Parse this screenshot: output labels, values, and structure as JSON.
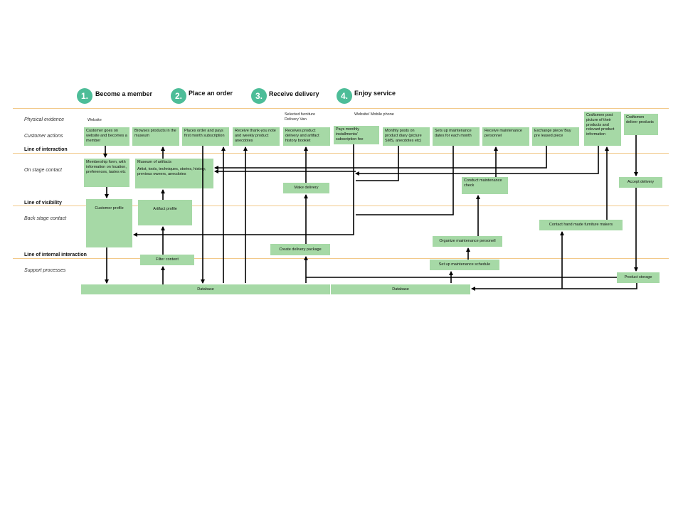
{
  "steps": [
    {
      "num": "1.",
      "label": "Become a member"
    },
    {
      "num": "2.",
      "label": "Place an order"
    },
    {
      "num": "3.",
      "label": "Receive delivery"
    },
    {
      "num": "4.",
      "label": "Enjoy service"
    }
  ],
  "row_labels": {
    "physical_evidence": "Physical evidence",
    "customer_actions": "Customer actions",
    "on_stage": "On stage contact",
    "back_stage": "Back stage contact",
    "support": "Support processes"
  },
  "line_labels": {
    "interaction": "Line of interaction",
    "visibility": "Line of visibility",
    "internal": "Line of internal interaction"
  },
  "physical_evidence": {
    "website": "Website",
    "van": "Selected furniture\nDelivery Van",
    "mobile": "Website/ Mobile phone"
  },
  "customer_actions": [
    "Customer goes on website and becomes a member",
    "Browses products in the museum",
    "Places order and pays first month subscription",
    "Receive thank-you note and weekly product anecdotes",
    "Receives product delivery and artifact history booklet",
    "Pays monthly installments/ subscription fee",
    "Monthly posts on product diary (picture SMS, anecdotes etc)",
    "Sets up maintenance dates for each month",
    "Receive maintenance personnel",
    "Exchange piece/ Buy pre leased piece",
    "Craftsmen post picture of their products and relevant product information",
    "Craftsmen deliver products"
  ],
  "on_stage": {
    "membership_form": "Membership form, with information on location, preferences, tastes etc",
    "museum_title": "Museum of artifacts",
    "museum_detail": "Artist, tools, techniques, stories, history, previous owners, anecdotes",
    "make_delivery": "Make delivery",
    "conduct_maintenance": "Conduct maintenance check",
    "accept_delivery": "Accept delivery"
  },
  "back_stage": {
    "customer_profile": "Customer profile",
    "artifact_profile": "Artifact  profile",
    "create_package": "Create delivery package",
    "organize_personnel": "Organize maintenance personell",
    "contact_makers": "Contact hand made furniture makers"
  },
  "support": {
    "filter_content": "Filter content",
    "setup_schedule": "Set up maintenance schedule",
    "product_storage": "Product storage",
    "database_1": "Database",
    "database_2": "Database"
  },
  "colors": {
    "box_fill": "#a6d9a6",
    "step_circle": "#4dbd98",
    "divider": "#f2c98a",
    "arrow": "#000000"
  }
}
